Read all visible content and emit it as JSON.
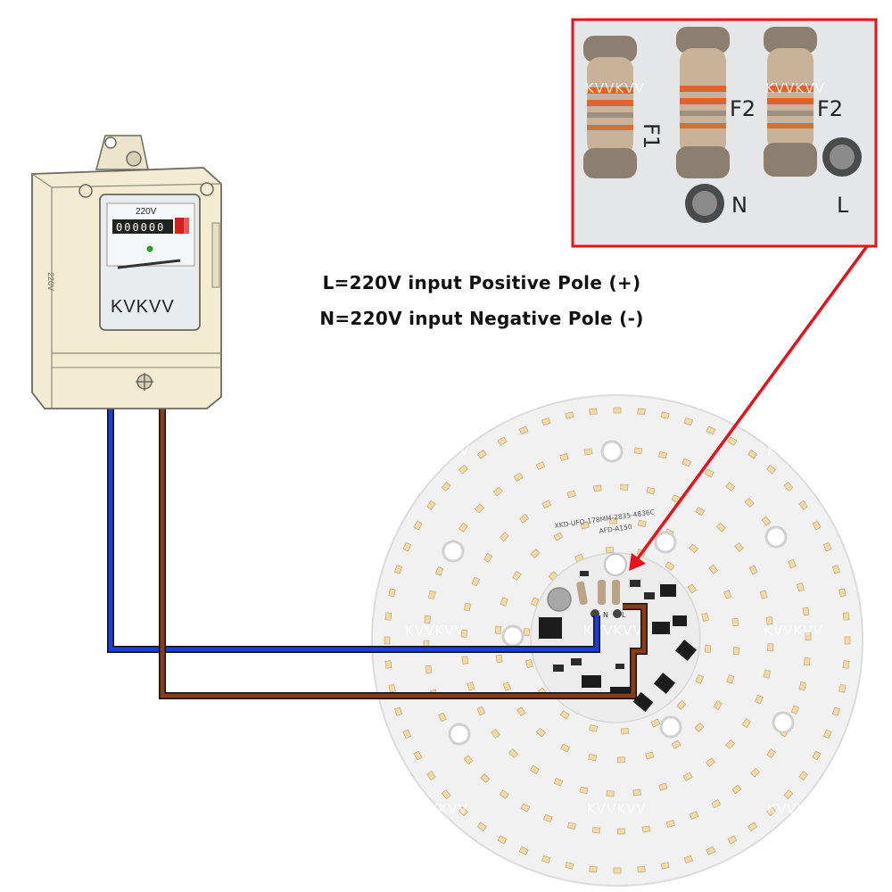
{
  "captions": {
    "l_line": "L=220V input Positive Pole (+)",
    "n_line": "N=220V input Negative Pole (-)"
  },
  "meter": {
    "brand": "KVKVV",
    "voltage": "220V",
    "side_label": "220V",
    "digits": "000000"
  },
  "inset": {
    "fuse_labels": [
      "F1",
      "F2",
      "F2"
    ],
    "terminal_labels": [
      "N",
      "L"
    ],
    "watermark": "KVVKVV"
  },
  "board": {
    "model": "XKD-UFO-178MM-2835-4836C",
    "sub_model": "AFD-A150",
    "terminal_labels": [
      "N",
      "L"
    ],
    "watermark": "KVVKVV",
    "ring_counts": [
      60,
      48,
      36,
      26,
      18
    ]
  },
  "colors": {
    "neutral_wire": "#1a3fd8",
    "live_wire": "#8b3a1a",
    "callout": "#e8101a",
    "board": "#f2f2f2",
    "led": "#f3d9a4",
    "meter_body": "#f3ecd3"
  }
}
